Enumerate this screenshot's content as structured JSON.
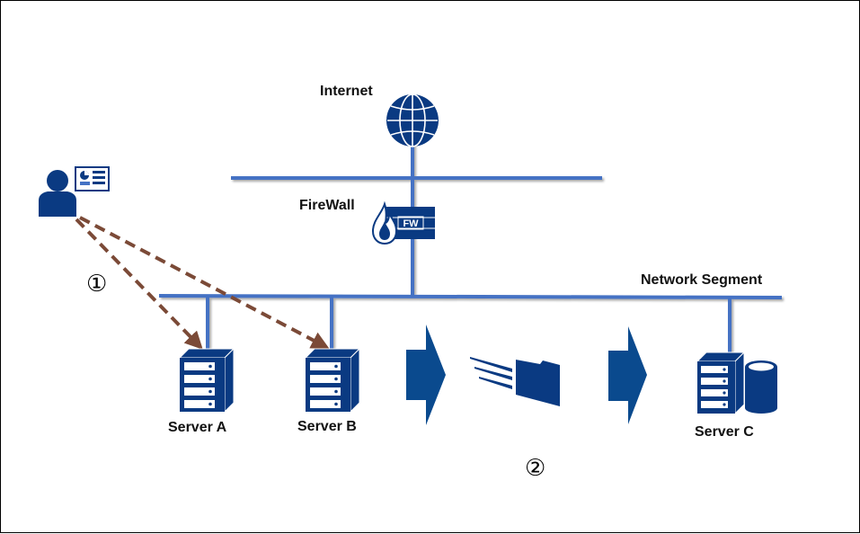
{
  "diagram": {
    "labels": {
      "internet": "Internet",
      "firewall": "FireWall",
      "network_segment": "Network Segment",
      "server_a": "Server A",
      "server_b": "Server B",
      "server_c": "Server C",
      "firewall_badge": "FW"
    },
    "steps": {
      "step1": "①",
      "step2": "②"
    },
    "colors": {
      "icon_navy": "#0a3a82",
      "line_blue": "#4472c4",
      "arrow_brown": "#7b4a37",
      "text": "#111111"
    },
    "nodes": [
      "Internet",
      "FireWall",
      "Network Segment",
      "Server A",
      "Server B",
      "Server C",
      "Admin user"
    ],
    "edges": [
      {
        "from": "Internet",
        "to": "FireWall",
        "type": "line"
      },
      {
        "from": "FireWall",
        "to": "Network Segment",
        "type": "line"
      },
      {
        "from": "Network Segment",
        "to": "Server A",
        "type": "line"
      },
      {
        "from": "Network Segment",
        "to": "Server B",
        "type": "line"
      },
      {
        "from": "Network Segment",
        "to": "Server C",
        "type": "line"
      },
      {
        "from": "Admin user",
        "to": "Server A",
        "type": "dashed-arrow",
        "step": "①"
      },
      {
        "from": "Admin user",
        "to": "Server B",
        "type": "dashed-arrow",
        "step": "①"
      },
      {
        "from": "Server B",
        "to": "Server C",
        "type": "file-transfer",
        "step": "②"
      }
    ]
  }
}
